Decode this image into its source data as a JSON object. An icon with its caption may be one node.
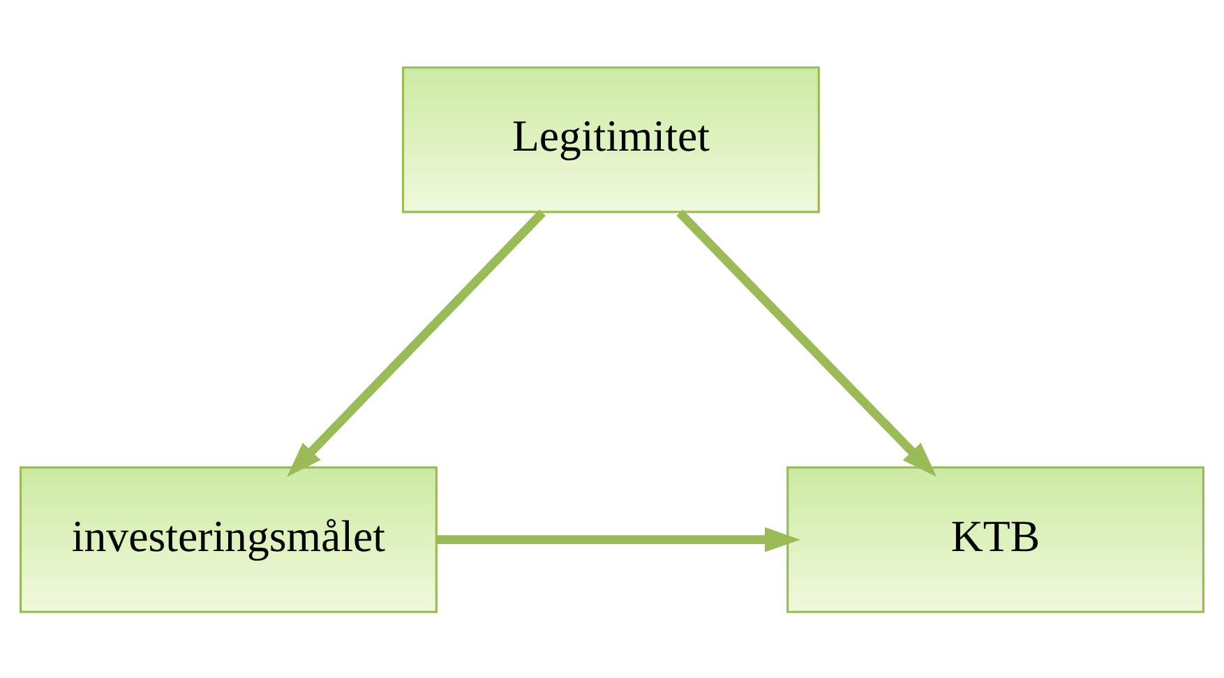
{
  "diagram": {
    "nodes": [
      {
        "text": [
          "Legitimitet"
        ]
      },
      {
        "text": [
          "investeringsmålet"
        ]
      },
      {
        "text": [
          "KTB"
        ]
      }
    ],
    "edges": [
      {
        "from": 0,
        "to": 1,
        "arrow": "to"
      },
      {
        "from": 0,
        "to": 2,
        "arrow": "to"
      },
      {
        "from": 1,
        "to": 2,
        "arrow": "to"
      }
    ]
  }
}
